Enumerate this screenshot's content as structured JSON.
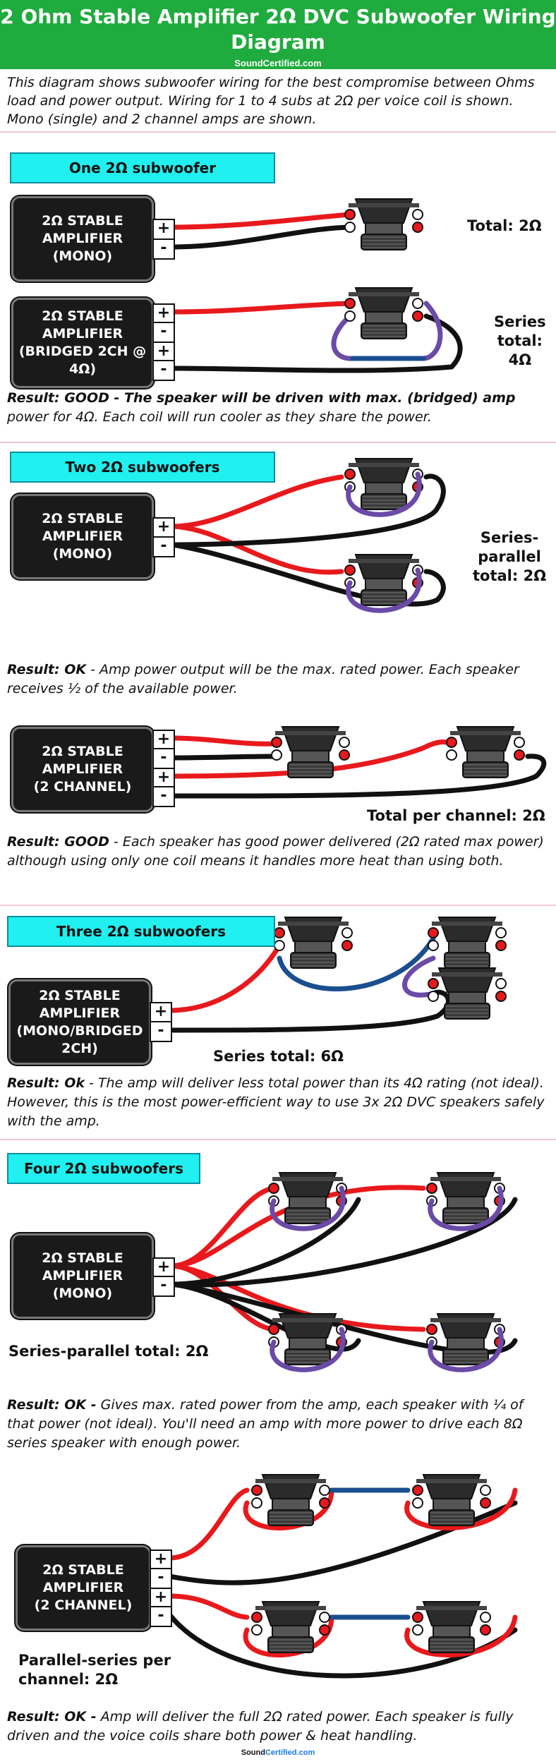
{
  "header": {
    "title_line1": "2 Ohm Stable Amplifier 2Ω DVC Subwoofer Wiring",
    "title_line2": "Diagram",
    "site": "SoundCertified.com"
  },
  "intro": "This diagram shows subwoofer wiring for the best compromise between Ohms load and power output. Wiring for 1 to 4 subs at 2Ω per voice coil is shown. Mono (single) and 2 channel amps are shown.",
  "sections": {
    "one": {
      "title": "One 2Ω subwoofer"
    },
    "two": {
      "title": "Two 2Ω subwoofers"
    },
    "three": {
      "title": "Three 2Ω subwoofers"
    },
    "four": {
      "title": "Four 2Ω subwoofers"
    }
  },
  "amps": {
    "a1": "2Ω STABLE\nAMPLIFIER\n(MONO)",
    "a2": "2Ω STABLE\nAMPLIFIER\n(BRIDGED 2CH @\n4Ω)",
    "a3": "2Ω STABLE\nAMPLIFIER\n(MONO)",
    "a4": "2Ω STABLE\nAMPLIFIER\n(2 CHANNEL)",
    "a5": "2Ω STABLE\nAMPLIFIER\n(MONO/BRIDGED\n2CH)",
    "a6": "2Ω STABLE\nAMPLIFIER\n(MONO)",
    "a7": "2Ω STABLE\nAMPLIFIER\n(2 CHANNEL)"
  },
  "terminals": {
    "plus": "+",
    "minus": "-"
  },
  "labels": {
    "l1": "Total: 2Ω",
    "l2": "Series\ntotal:\n4Ω",
    "l3": "Series-\nparallel\ntotal: 2Ω",
    "l4": "Total per channel: 2Ω",
    "l5": "Series total: 6Ω",
    "l6": "Series-parallel total: 2Ω",
    "l7": "Parallel-series per\nchannel: 2Ω"
  },
  "results": {
    "r1": {
      "lead": "Result: GOOD - The speaker will be driven with max. (bridged) amp",
      "rest": "power for 4Ω. Each coil will run cooler as they share the power.",
      "lead_bold_all": true
    },
    "r2": {
      "lead": "Result: OK",
      "rest": " - Amp power output will be the max. rated power. Each speaker receives ½ of the available power."
    },
    "r3": {
      "lead": "Result: GOOD",
      "rest": " - Each speaker has good power delivered (2Ω rated max power) although using only one coil means it handles more heat than using both."
    },
    "r4": {
      "lead": "Result: Ok",
      "rest": " - The amp will deliver less total power than its 4Ω rating (not ideal). However, this is the most power-efficient way to use 3x 2Ω DVC speakers safely with the amp."
    },
    "r5": {
      "lead": "Result: OK -",
      "rest": " Gives max. rated power from the amp, each speaker with ¼ of that power (not ideal). You'll need an amp with more power to drive each 8Ω series speaker with enough power."
    },
    "r6": {
      "lead": "Result: OK -",
      "rest": " Amp will deliver the full 2Ω rated power. Each speaker is fully driven and the voice coils share both power & heat handling."
    }
  },
  "footer": {
    "a": "Sound",
    "b": "Certified.com"
  },
  "colors": {
    "header_green": "#1fab3d",
    "title_cyan": "#20f0ef",
    "wire_red": "#e8191c",
    "wire_black": "#111111",
    "wire_purple": "#6b4aa8",
    "wire_blue": "#1a4f8f"
  }
}
